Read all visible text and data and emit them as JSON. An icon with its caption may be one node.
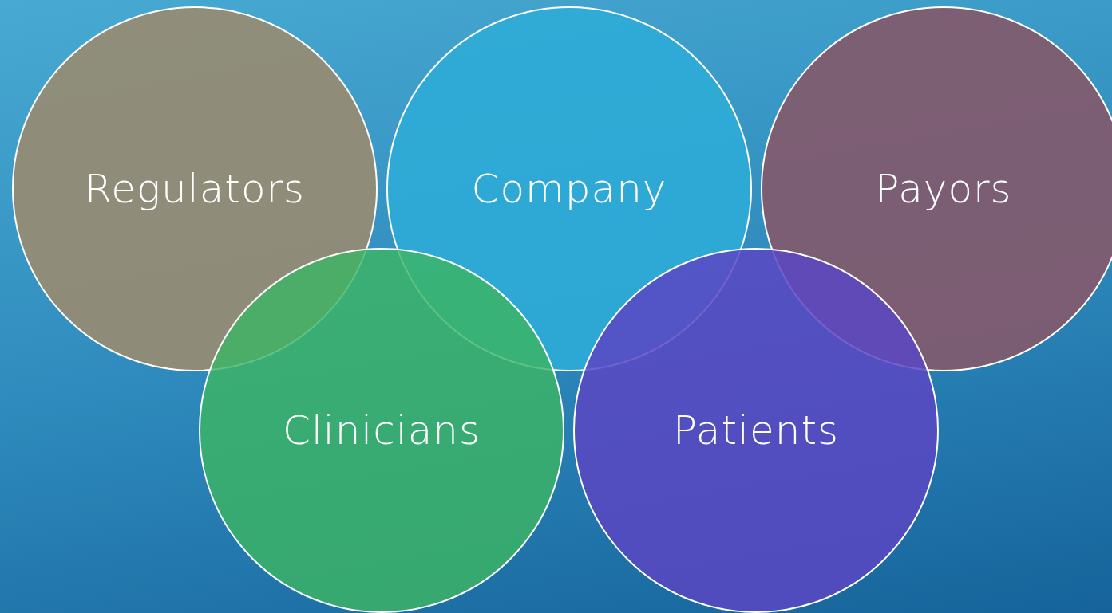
{
  "diagram": {
    "nodes": [
      {
        "text": [
          "Regulators"
        ]
      },
      {
        "text": [
          "Company"
        ]
      },
      {
        "text": [
          "Payors"
        ]
      },
      {
        "text": [
          "Clinicians"
        ]
      },
      {
        "text": [
          "Patients"
        ]
      }
    ]
  }
}
